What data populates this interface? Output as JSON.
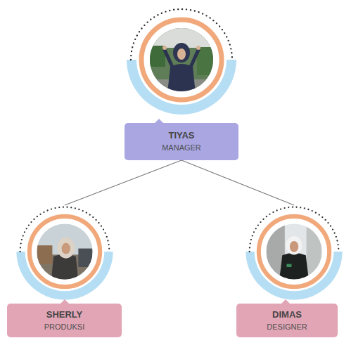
{
  "diagram": {
    "nodes": [
      {
        "text": [
          "TIYAS",
          "MANAGER"
        ]
      },
      {
        "text": [
          "SHERLY",
          "PRODUKSI"
        ]
      },
      {
        "text": [
          "DIMAS",
          "DESIGNER"
        ]
      }
    ],
    "edges": [
      {
        "from": 0,
        "to": 1,
        "arrow": "none"
      },
      {
        "from": 0,
        "to": 2,
        "arrow": "none"
      }
    ]
  }
}
